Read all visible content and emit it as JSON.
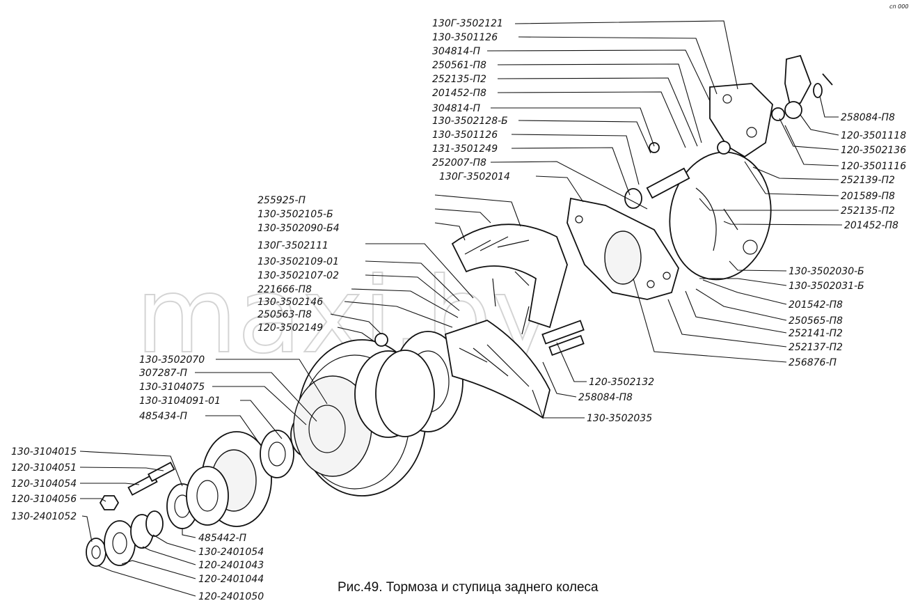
{
  "caption": "Рис.49. Тормоза и ступица заднего колеса",
  "watermark": "maxi.by",
  "corner_mark": "сп 000",
  "labels": [
    "130Г-3502121",
    "130-3501126",
    "304814-П",
    "250561-П8",
    "252135-П2",
    "201452-П8",
    "304814-П",
    "130-3502128-Б",
    "130-3501126",
    "131-3501249",
    "252007-П8",
    "130Г-3502014",
    "255925-П",
    "130-3502105-Б",
    "130-3502090-Б4",
    "130Г-3502111",
    "130-3502109-01",
    "130-3502107-02",
    "221666-П8",
    "130-3502146",
    "250563-П8",
    "120-3502149",
    "130-3502070",
    "307287-П",
    "130-3104075",
    "130-3104091-01",
    "485434-П",
    "130-3104015",
    "120-3104051",
    "120-3104054",
    "120-3104056",
    "130-2401052",
    "485442-П",
    "130-2401054",
    "120-2401043",
    "120-2401044",
    "120-2401050",
    "258084-П8",
    "120-3501118",
    "120-3502136",
    "120-3501116",
    "252139-П2",
    "201589-П8",
    "252135-П2",
    "201452-П8",
    "130-3502030-Б",
    "130-3502031-Б",
    "201542-П8",
    "250565-П8",
    "252141-П2",
    "252137-П2",
    "256876-П",
    "120-3502132",
    "258084-П8",
    "130-3502035"
  ]
}
